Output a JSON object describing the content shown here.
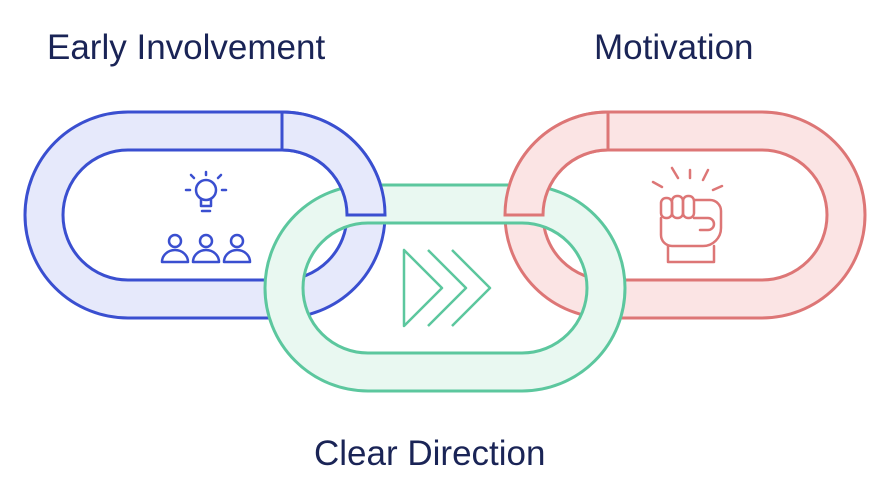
{
  "labels": {
    "left": "Early Involvement",
    "right": "Motivation",
    "bottom": "Clear Direction"
  },
  "colors": {
    "blue_stroke": "#3a4fd0",
    "blue_fill": "#e6e9fb",
    "green_stroke": "#5cc79e",
    "green_fill": "#e9f8f1",
    "red_stroke": "#dd7676",
    "red_fill": "#fbe4e4",
    "text": "#1a2456"
  },
  "icons": {
    "left": "lightbulb-team-icon",
    "middle": "fast-forward-arrows-icon",
    "right": "raised-fist-icon"
  }
}
